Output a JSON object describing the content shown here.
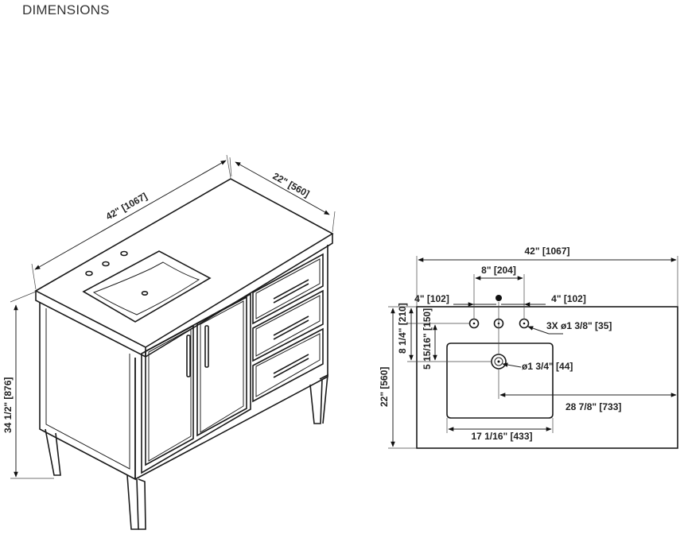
{
  "title": "DIMENSIONS",
  "perspective": {
    "width": "42\" [1067]",
    "depth": "22\" [560]",
    "height": "34 1/2\" [876]"
  },
  "plan": {
    "overall_width": "42\" [1067]",
    "faucet_spread": "8\" [204]",
    "left_offset": "4\" [102]",
    "right_offset": "4\" [102]",
    "holes": "3X ø1 3/8\" [35]",
    "drain": "ø1 3/4\" [44]",
    "drain_from_right": "28 7/8\" [733]",
    "bowl_width": "17 1/16\" [433]",
    "depth": "22\" [560]",
    "holes_from_back": "8 1/4\" [210]",
    "drain_from_holes": "5 15/16\" [150]"
  }
}
